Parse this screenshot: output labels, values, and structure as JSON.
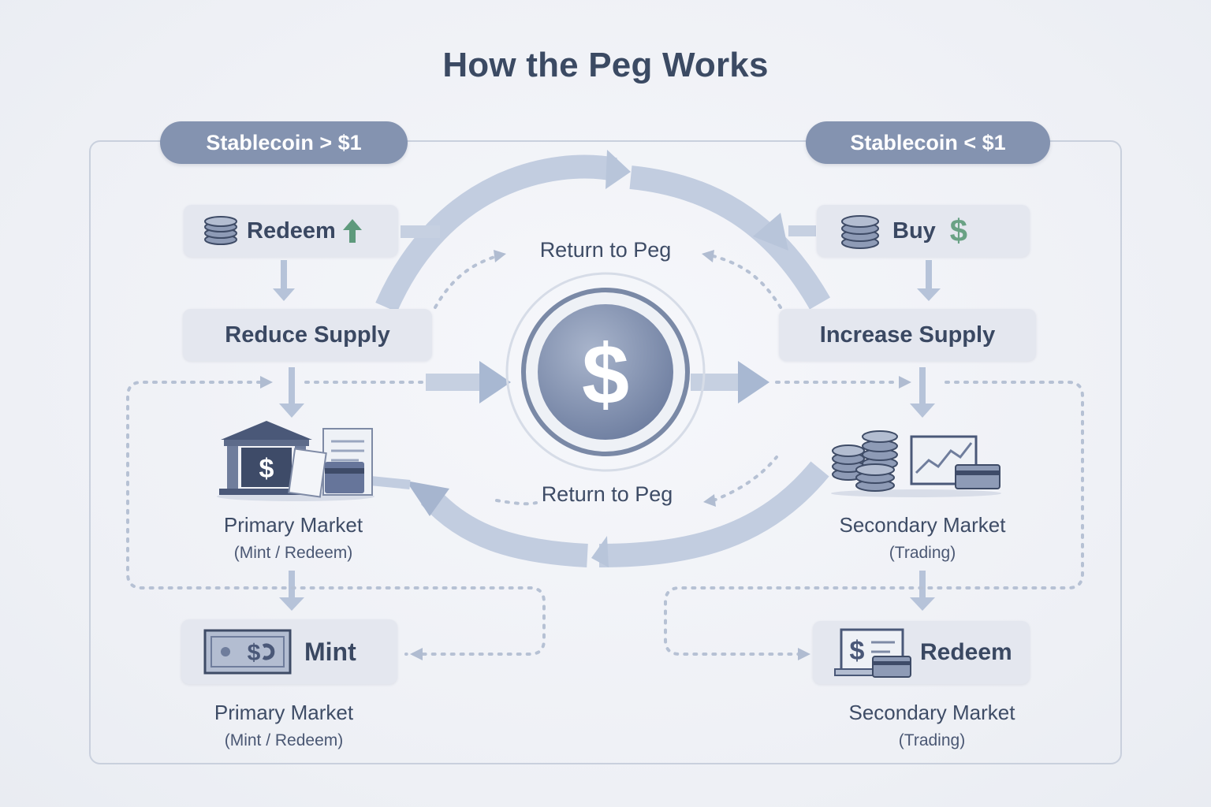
{
  "title": "How the Peg Works",
  "left_badge": "Stablecoin > $1",
  "right_badge": "Stablecoin < $1",
  "center": {
    "top_label": "Return to Peg",
    "bottom_label": "Return to Peg",
    "coin_symbol": "$"
  },
  "left": {
    "action": "Redeem",
    "supply": "Reduce Supply",
    "market_title": "Primary Market",
    "market_sub": "(Mint / Redeem)",
    "bottom_action": "Mint",
    "bottom_title": "Primary Market",
    "bottom_sub": "(Mint / Redeem)"
  },
  "right": {
    "action": "Buy",
    "supply": "Increase Supply",
    "market_title": "Secondary Market",
    "market_sub": "(Trading)",
    "bottom_action": "Redeem",
    "bottom_title": "Secondary Market",
    "bottom_sub": "(Trading)"
  },
  "colors": {
    "badge": "#8493b0",
    "arrow": "#a9b7d0",
    "up_arrow_green": "#5e9a7c",
    "dollar_green": "#6aa285"
  }
}
